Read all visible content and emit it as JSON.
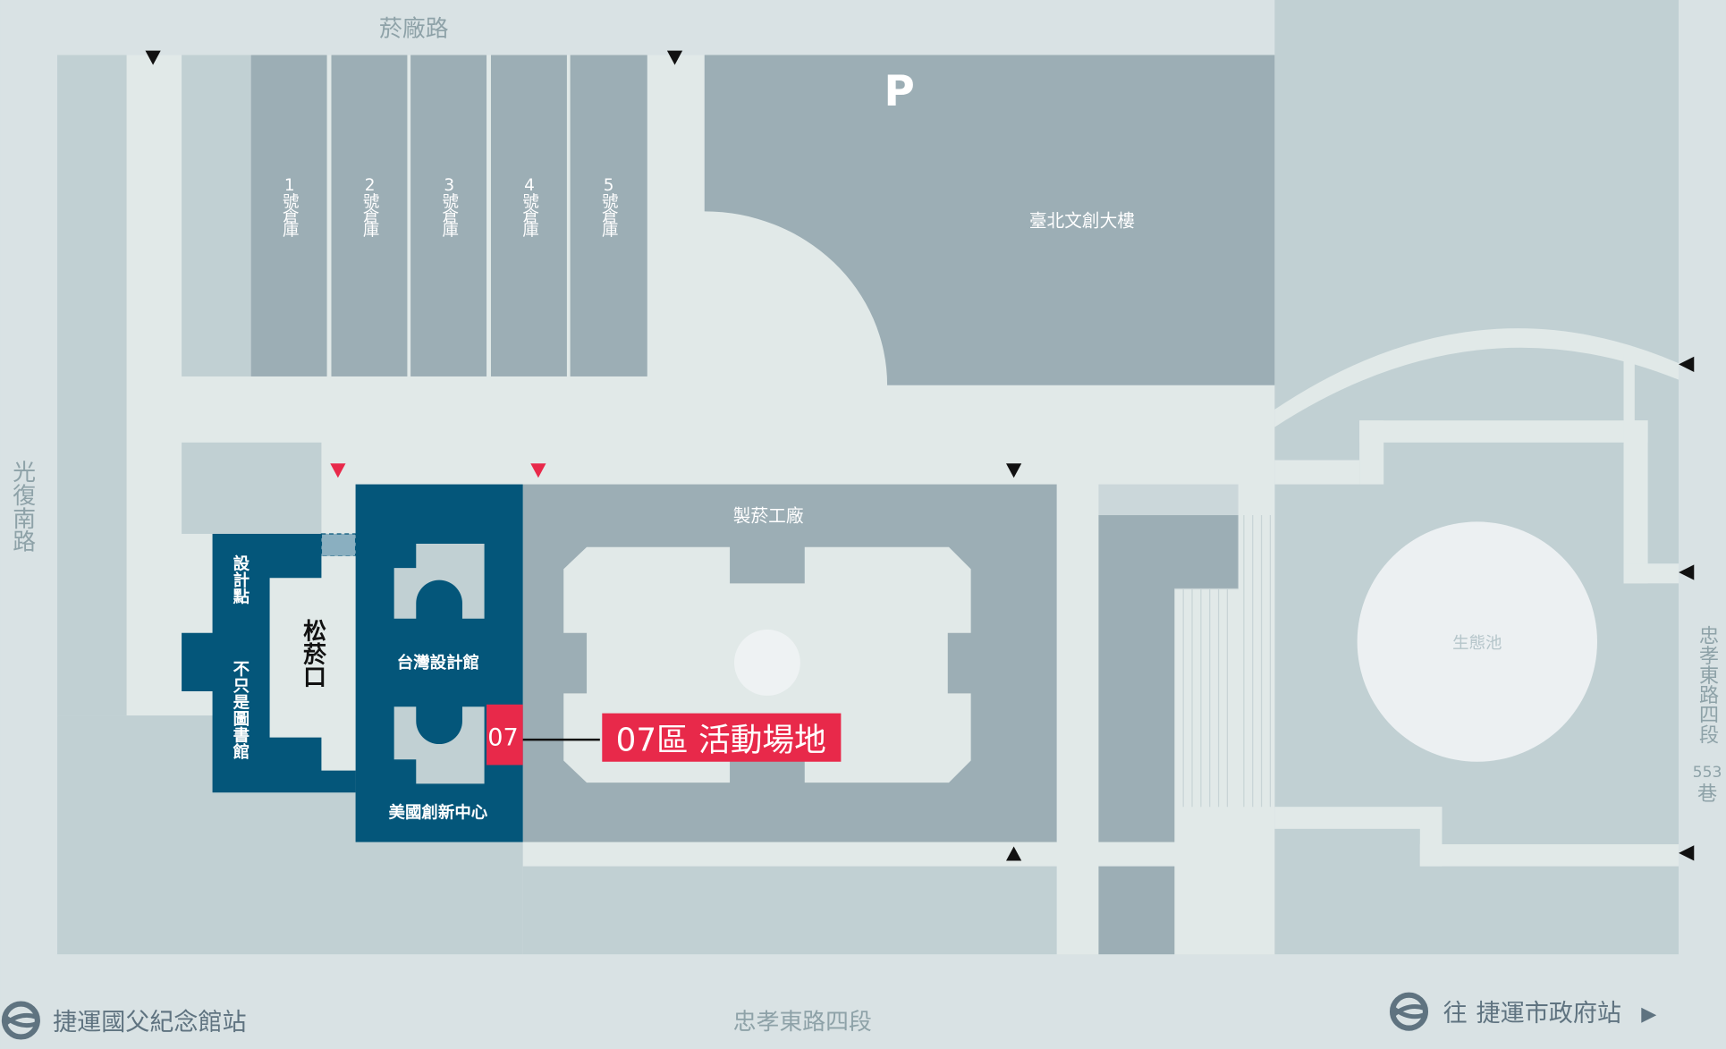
{
  "roads": {
    "top": "菸廠路",
    "left": "光復南路",
    "bottom": "忠孝東路四段",
    "right": {
      "name": "忠孝東路四段",
      "number": "553",
      "suffix": "巷"
    }
  },
  "buildings": {
    "parking": "P",
    "tower": "臺北文創大樓",
    "warehouses": [
      "1號倉庫",
      "2號倉庫",
      "3號倉庫",
      "4號倉庫",
      "5號倉庫"
    ],
    "factory": "製菸工廠",
    "pond": "生態池",
    "design_point": "設計點",
    "library": "不只是圖書館",
    "entrance": "松菸口",
    "design_museum": "台灣設計館",
    "innovation_center": "美國創新中心"
  },
  "venue": {
    "code": "07",
    "label": "07區 活動場地"
  },
  "mrt": {
    "left_station": "捷運國父紀念館站",
    "right_prefix": "往",
    "right_station": "捷運市政府站",
    "right_arrow": "▶"
  },
  "colors": {
    "highlight": "#e8294a",
    "building_dark": "#04567a",
    "block": "#9caeb5",
    "ground": "#c1d0d3",
    "path": "#e1e9e8"
  }
}
